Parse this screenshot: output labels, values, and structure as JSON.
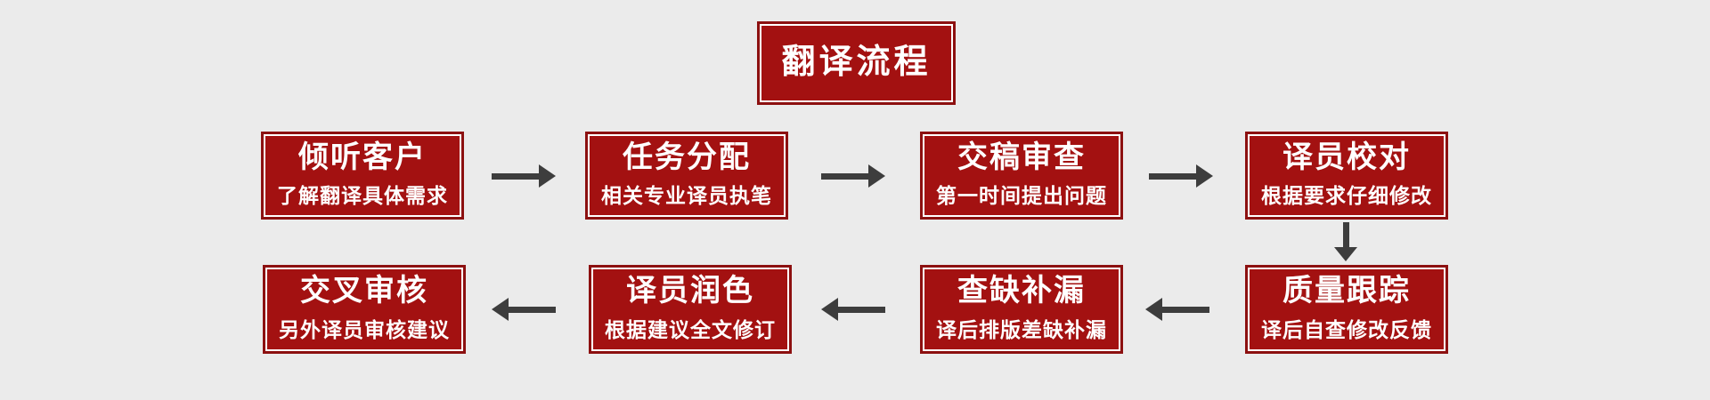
{
  "page": {
    "background_color": "#ebebeb"
  },
  "colors": {
    "node_fill": "#a31111",
    "node_border": "#8c1010",
    "node_inner_border": "#ffffff",
    "node_text": "#ffffff",
    "arrow": "#3d3d3d"
  },
  "title": {
    "label": "翻译流程"
  },
  "flow": {
    "row1": [
      {
        "title": "倾听客户",
        "subtitle": "了解翻译具体需求"
      },
      {
        "title": "任务分配",
        "subtitle": "相关专业译员执笔"
      },
      {
        "title": "交稿审查",
        "subtitle": "第一时间提出问题"
      },
      {
        "title": "译员校对",
        "subtitle": "根据要求仔细修改"
      }
    ],
    "row2": [
      {
        "title": "质量跟踪",
        "subtitle": "译后自查修改反馈"
      },
      {
        "title": "查缺补漏",
        "subtitle": "译后排版差缺补漏"
      },
      {
        "title": "译员润色",
        "subtitle": "根据建议全文修订"
      },
      {
        "title": "交叉审核",
        "subtitle": "另外译员审核建议"
      }
    ]
  },
  "arrows": {
    "row1_direction": "right",
    "connector_direction": "down",
    "row2_direction": "left"
  }
}
